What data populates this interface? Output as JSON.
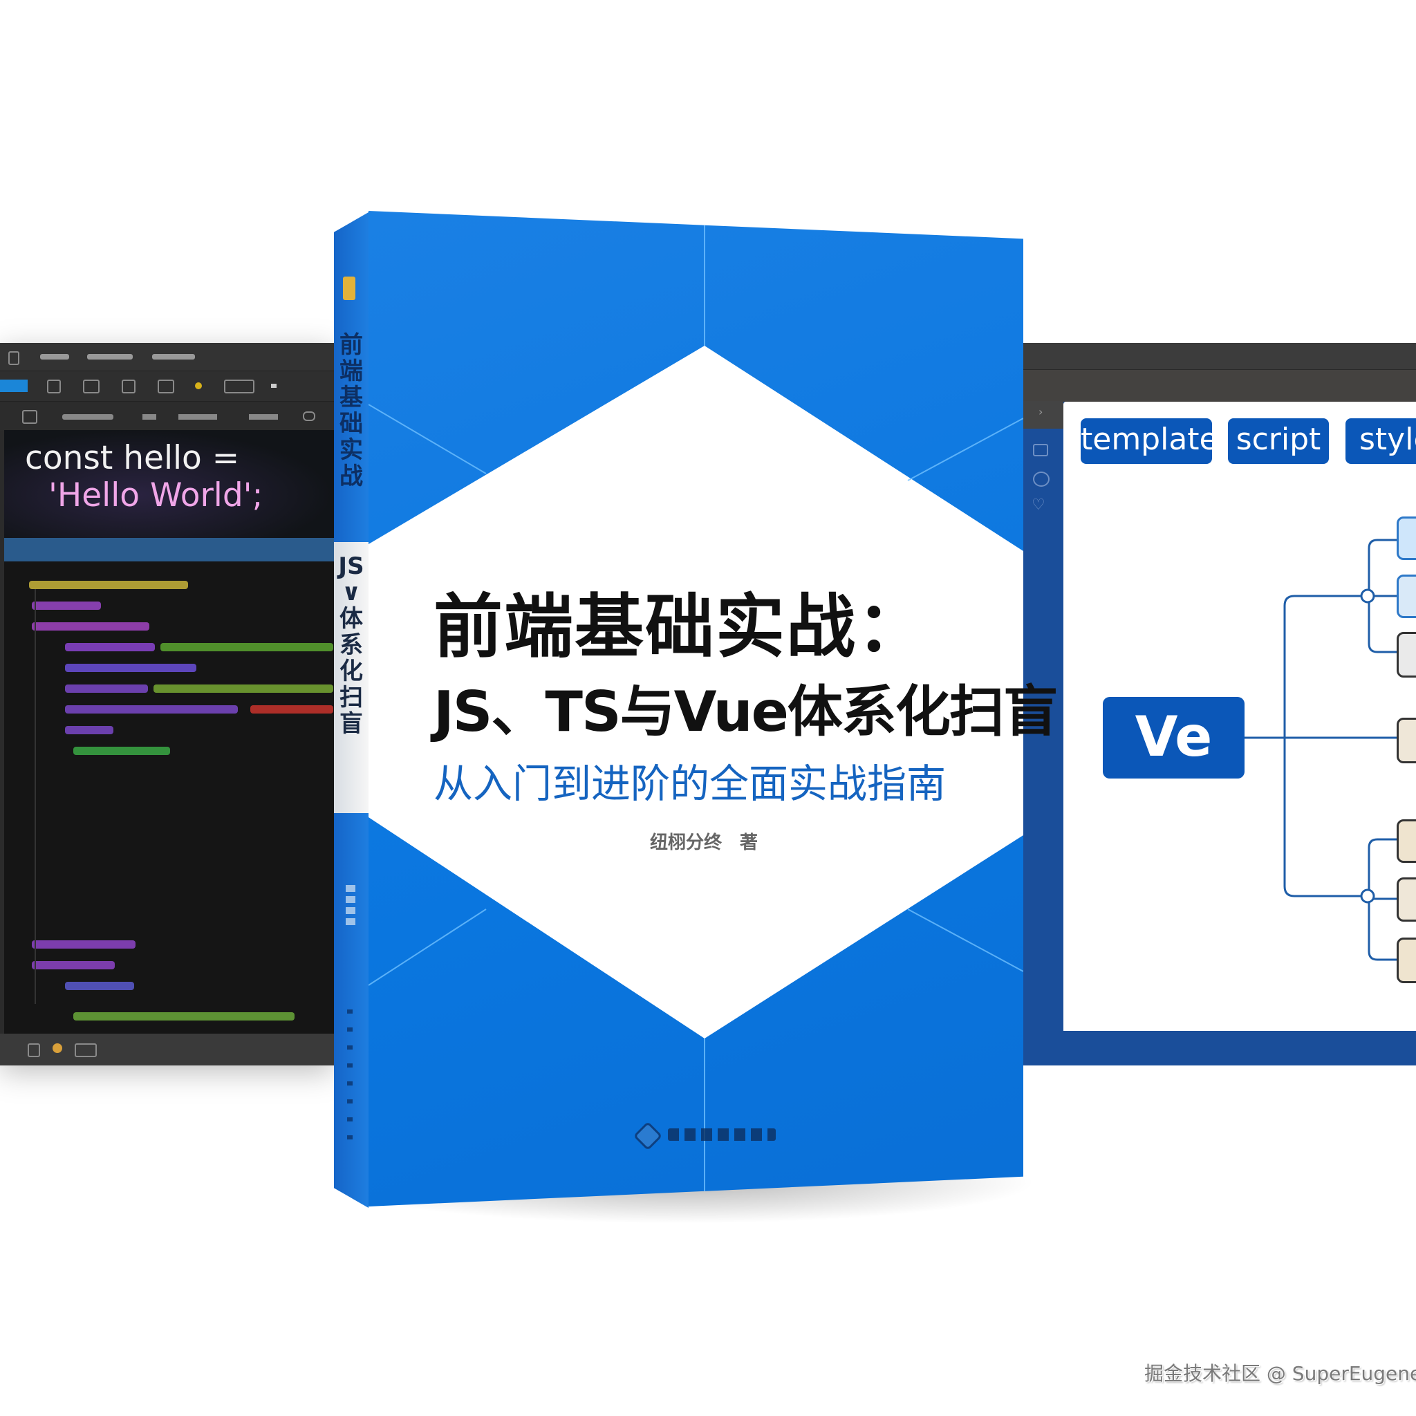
{
  "editor": {
    "code_line1": "const hello =",
    "code_line2": "'Hello World';"
  },
  "book": {
    "title": "前端基础实战：",
    "subtitle_main": "JS、TS与Vue体系化扫盲",
    "tagline": "从入门到进阶的全面实战指南",
    "author": "纽栩分终　著",
    "spine_title": "前端基础实战",
    "spine_subtitle": "JS∨体系化扫盲",
    "cover_color": "#0a76df",
    "tagline_color": "#1564c0"
  },
  "vue_panel": {
    "tabs": [
      "template",
      "script",
      "style"
    ],
    "root_node": "Ve",
    "accent": "#0b57b8"
  },
  "watermark": "掘金技术社区 @ SuperEugene"
}
